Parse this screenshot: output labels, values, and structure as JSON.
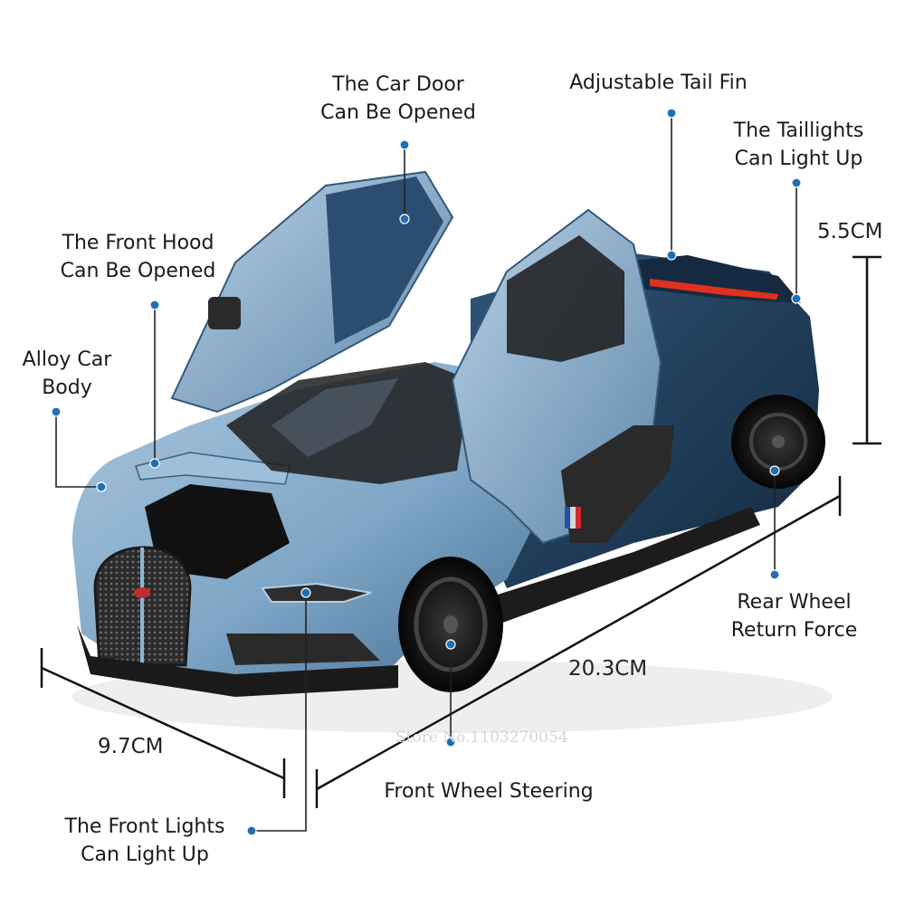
{
  "image": {
    "subject": "Blue die-cast sports car model with doors and hood open",
    "background": "#ffffff",
    "colors": {
      "body_light": "#8fb4d1",
      "body_dark": "#1f3d5a",
      "trim": "#1a1a1a",
      "leader_dot": "#1f6fb5",
      "leader_line": "#222222",
      "tail_light": "#e0311f"
    }
  },
  "callouts": {
    "car_door": [
      "The Car Door",
      "Can Be Opened"
    ],
    "tail_fin": [
      "Adjustable Tail Fin"
    ],
    "taillights": [
      "The Taillights",
      "Can Light Up"
    ],
    "front_hood": [
      "The Front Hood",
      "Can Be Opened"
    ],
    "alloy_body": [
      "Alloy Car",
      "Body"
    ],
    "rear_wheel": [
      "Rear Wheel",
      "Return Force"
    ],
    "front_wheel": [
      "Front Wheel Steering"
    ],
    "front_lights": [
      "The Front Lights",
      "Can Light Up"
    ]
  },
  "dimensions": {
    "height": "5.5CM",
    "length": "20.3CM",
    "width": "9.7CM"
  },
  "watermark": "Store No.1103270054"
}
